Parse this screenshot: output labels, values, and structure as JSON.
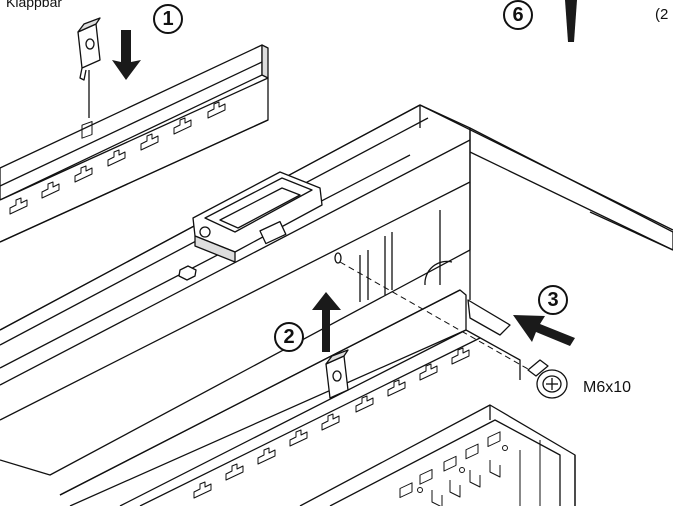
{
  "labels": {
    "top_left": "Klappbar",
    "top_right_fragment": "(2",
    "screw": "M6x10"
  },
  "steps": [
    "1",
    "2",
    "3",
    "6"
  ],
  "colors": {
    "line": "#111111",
    "shade": "#d9d9d9",
    "arrow": "#222222"
  }
}
